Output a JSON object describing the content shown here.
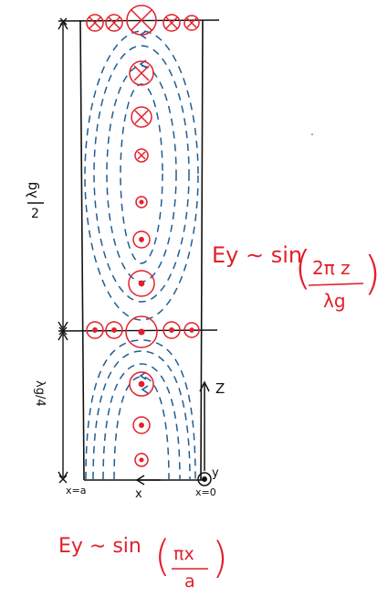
{
  "figure": {
    "colors": {
      "ink": "#111111",
      "field_lines": "#1f5d94",
      "e_field": "#e2202c"
    },
    "labels": {
      "half_wavelength_num": "λg",
      "half_wavelength_den": "2",
      "quarter_wavelength": "λg/4",
      "z_axis": "Z",
      "y_axis": "y",
      "x_axis": "x",
      "x_equals_a": "x=a",
      "x_equals_0": "x=0",
      "z_profile_left": "Ey ∼ sin",
      "z_profile_num": "2π z",
      "z_profile_den": "λg",
      "x_profile_left": "Ey ∼ sin",
      "x_profile_num": "πx",
      "x_profile_den": "a"
    },
    "icons": {
      "e_into": "circle-cross-icon",
      "e_out": "circle-dot-icon"
    }
  }
}
